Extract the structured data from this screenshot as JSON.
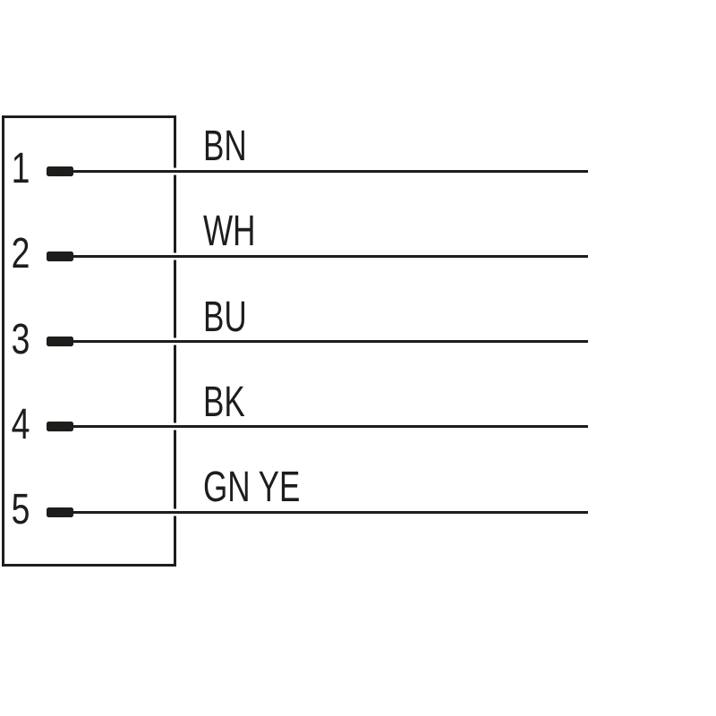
{
  "diagram": {
    "kind": "connector-pinout-wiring-diagram",
    "colors": {
      "line": "#1d1d1b",
      "background": "#ffffff"
    },
    "connector": {
      "pin_count": 5
    },
    "pins": [
      {
        "number": "1",
        "wire_label": "BN"
      },
      {
        "number": "2",
        "wire_label": "WH"
      },
      {
        "number": "3",
        "wire_label": "BU"
      },
      {
        "number": "4",
        "wire_label": "BK"
      },
      {
        "number": "5",
        "wire_label": "GN YE"
      }
    ]
  }
}
